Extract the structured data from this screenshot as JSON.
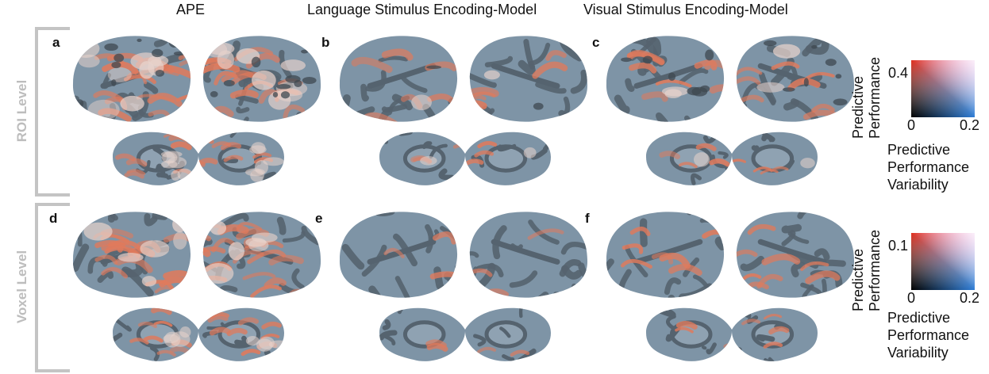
{
  "columns": [
    {
      "title": "APE"
    },
    {
      "title": "Language Stimulus Encoding-Model"
    },
    {
      "title": "Visual Stimulus Encoding-Model"
    }
  ],
  "rows": [
    {
      "label": "ROI Level",
      "panels": [
        "a",
        "b",
        "c"
      ],
      "colorbar": {
        "y_tick": "0.4",
        "x_min": "0",
        "x_max": "0.2",
        "y_label_line1": "Predictive",
        "y_label_line2": "Performance",
        "x_label_line1": "Predictive",
        "x_label_line2": "Performance",
        "x_label_line3": "Variability"
      }
    },
    {
      "label": "Voxel Level",
      "panels": [
        "d",
        "e",
        "f"
      ],
      "colorbar": {
        "y_tick": "0.1",
        "x_min": "0",
        "x_max": "0.2",
        "y_label_line1": "Predictive",
        "y_label_line2": "Performance",
        "x_label_line1": "Predictive",
        "x_label_line2": "Performance",
        "x_label_line3": "Variability"
      }
    }
  ],
  "colors": {
    "cortex_base": "#7e94a6",
    "cortex_sulci": "#55636f",
    "cortex_dark": "#3f4850",
    "hot": "#e07a5c",
    "pale": "#e8d3cc",
    "bracket": "#c4c4c4",
    "row_label": "#bdbdbd"
  }
}
